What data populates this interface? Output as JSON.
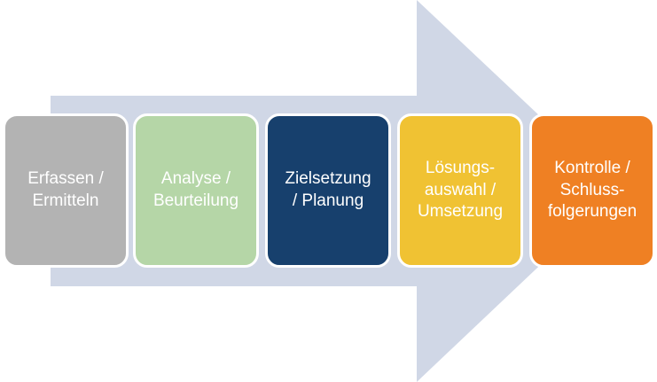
{
  "diagram": {
    "arrow_color": "#d0d7e6",
    "steps": [
      {
        "label": "Erfassen /\nErmitteln",
        "color": "#b3b3b3"
      },
      {
        "label": "Analyse /\nBeurteilung",
        "color": "#b5d6a7"
      },
      {
        "label": "Zielsetzung\n/ Planung",
        "color": "#17406d"
      },
      {
        "label": "Lösungs-\nauswahl /\nUmsetzung",
        "color": "#f0c233"
      },
      {
        "label": "Kontrolle /\nSchluss-\nfolgerungen",
        "color": "#ef8023"
      }
    ]
  }
}
